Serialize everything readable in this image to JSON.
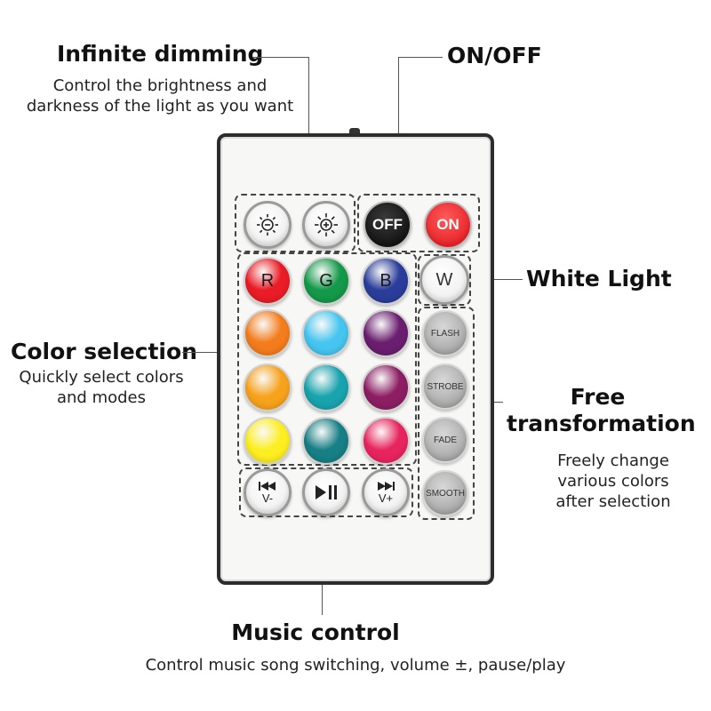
{
  "callouts": {
    "dimming": {
      "title": "Infinite dimming",
      "desc": [
        "Control the brightness and",
        "darkness of the light as you want"
      ]
    },
    "onoff": {
      "title": "ON/OFF"
    },
    "white": {
      "title": "White Light"
    },
    "color": {
      "title": "Color selection",
      "desc": [
        "Quickly select colors",
        "and modes"
      ]
    },
    "free": {
      "title": [
        "Free",
        "transformation"
      ],
      "desc": [
        "Freely change",
        "various colors",
        "after selection"
      ]
    },
    "music": {
      "title": "Music control",
      "desc": "Control music song switching, volume ±, pause/play"
    }
  },
  "remote": {
    "top_row": {
      "brightness_down": {
        "icon": "sun-dim-icon"
      },
      "brightness_up": {
        "icon": "sun-bright-icon"
      },
      "off": {
        "label": "OFF",
        "color": "#151515"
      },
      "on": {
        "label": "ON",
        "color": "#e8262a"
      }
    },
    "rgb_labels": [
      "R",
      "G",
      "B"
    ],
    "white_label": "W",
    "color_grid": [
      [
        "#ea1c25",
        "#14994a",
        "#2a3d9a"
      ],
      [
        "#f47c1c",
        "#45c5ef",
        "#6a1e6f"
      ],
      [
        "#f7a21c",
        "#18a3ad",
        "#8d1e64"
      ],
      [
        "#fdee21",
        "#177f86",
        "#e8245e"
      ]
    ],
    "modes": [
      "FLASH",
      "STROBE",
      "FADE",
      "SMOOTH"
    ],
    "music": {
      "prev": {
        "icon": "prev-track-icon",
        "label": "V-"
      },
      "play": {
        "icon": "play-pause-icon"
      },
      "next": {
        "icon": "next-track-icon",
        "label": "V+"
      }
    }
  }
}
